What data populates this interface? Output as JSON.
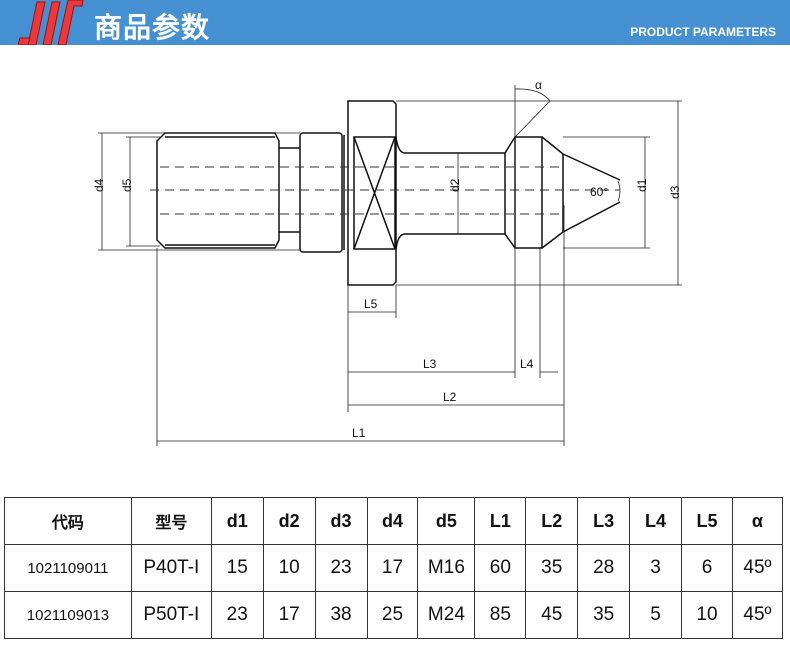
{
  "header": {
    "title": "商品参数",
    "subtitle": "PRODUCT PARAMETERS",
    "color": "#4590d2"
  },
  "drawing": {
    "labels": {
      "d1": "d1",
      "d2": "d2",
      "d3": "d3",
      "d4": "d4",
      "d5": "d5",
      "L1": "L1",
      "L2": "L2",
      "L3": "L3",
      "L4": "L4",
      "L5": "L5",
      "alpha": "α",
      "angle": "60°"
    }
  },
  "table": {
    "headers": [
      "代码",
      "型号",
      "d1",
      "d2",
      "d3",
      "d4",
      "d5",
      "L1",
      "L2",
      "L3",
      "L4",
      "L5",
      "α"
    ],
    "rows": [
      [
        "1021109011",
        "P40T-I",
        "15",
        "10",
        "23",
        "17",
        "M16",
        "60",
        "35",
        "28",
        "3",
        "6",
        "45º"
      ],
      [
        "1021109013",
        "P50T-I",
        "23",
        "17",
        "38",
        "25",
        "M24",
        "85",
        "45",
        "35",
        "5",
        "10",
        "45º"
      ]
    ]
  }
}
